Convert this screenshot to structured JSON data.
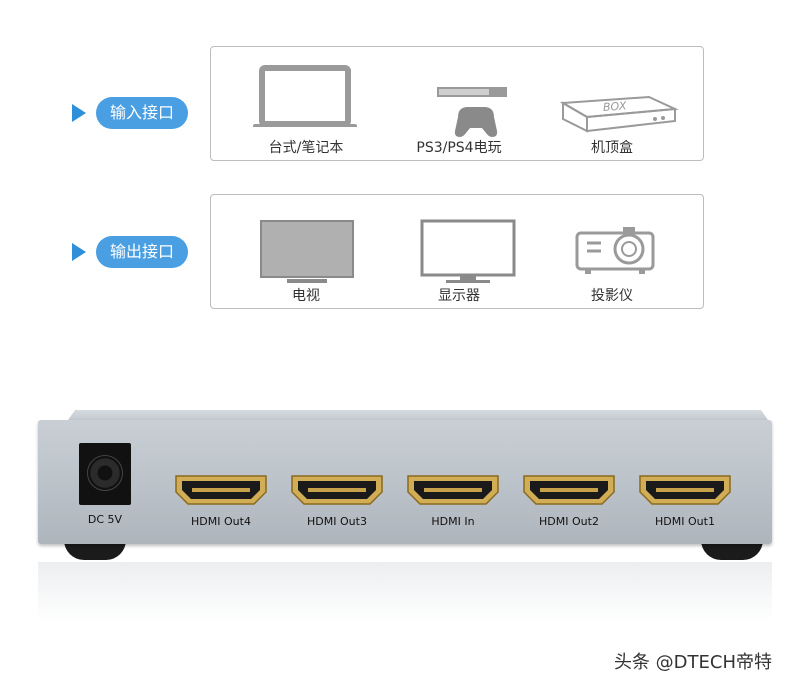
{
  "input_row": {
    "label": "输入接口",
    "devices": [
      {
        "caption": "台式/笔记本",
        "icon": "laptop-icon"
      },
      {
        "caption": "PS3/PS4电玩",
        "icon": "game-console-icon"
      },
      {
        "caption": "机顶盒",
        "icon": "set-top-box-icon"
      }
    ],
    "box_text": "BOX"
  },
  "output_row": {
    "label": "输出接口",
    "devices": [
      {
        "caption": "电视",
        "icon": "tv-icon"
      },
      {
        "caption": "显示器",
        "icon": "monitor-icon"
      },
      {
        "caption": "投影仪",
        "icon": "projector-icon"
      }
    ]
  },
  "hardware": {
    "dc_label": "DC 5V",
    "ports": [
      "HDMI Out4",
      "HDMI Out3",
      "HDMI In",
      "HDMI Out2",
      "HDMI Out1"
    ]
  },
  "watermark": "头条 @DTECH帝特",
  "colors": {
    "accent": "#4a9fe3",
    "arrow": "#2f8fd8",
    "icon_gray": "#9a9a9a",
    "hdmi_gold": "#c8a24a"
  }
}
